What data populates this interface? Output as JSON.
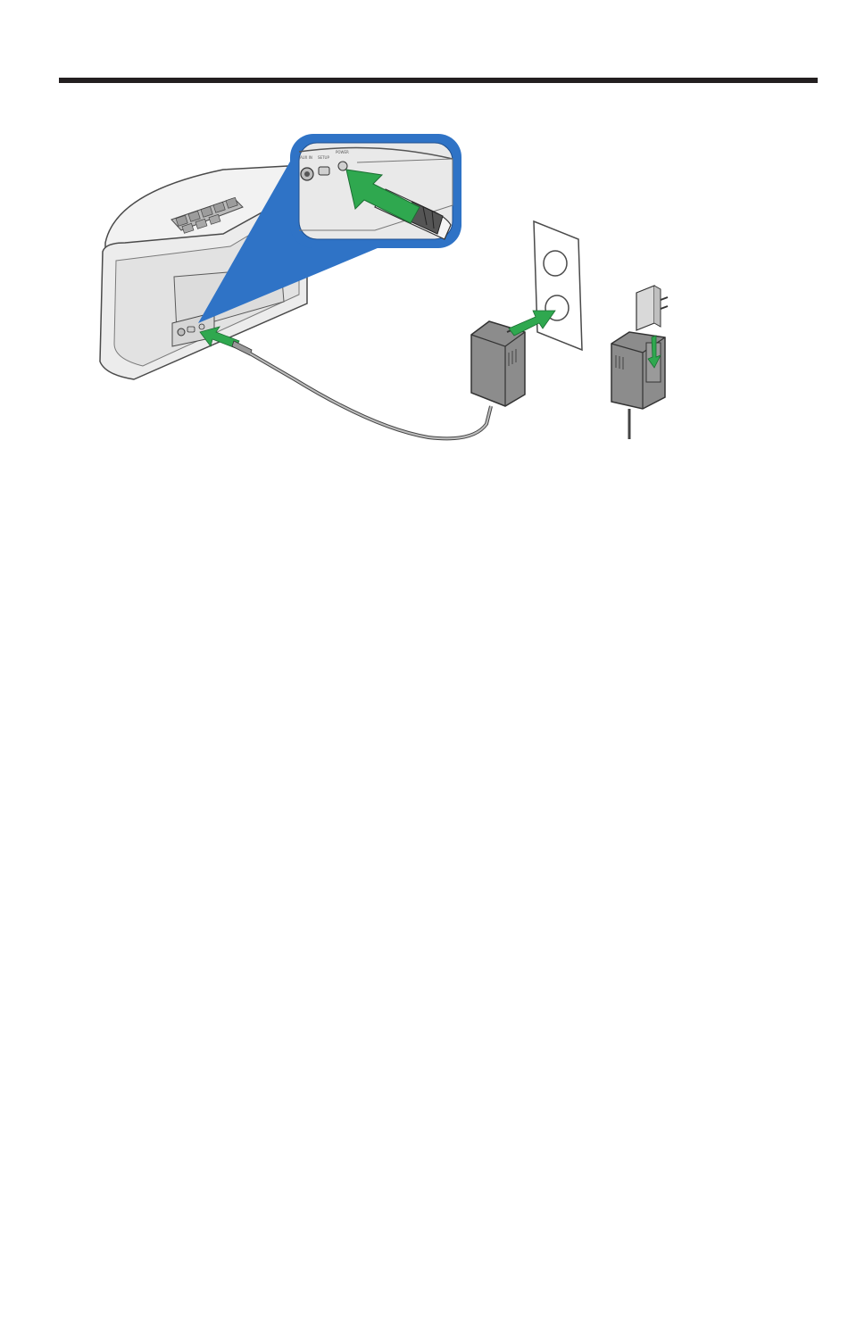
{
  "document": {
    "header_rule": true
  },
  "illustration": {
    "subject": "power-adapter-connection",
    "colors": {
      "zoom_callout_blue": "#2f73c6",
      "arrow_green": "#2fa84f",
      "device_body": "#e6e6e6",
      "adapter_gray": "#8c8c8c",
      "outline": "#4a4a4a"
    },
    "callout_port_labels": [
      "AUX IN",
      "SETUP",
      "POWER"
    ]
  }
}
